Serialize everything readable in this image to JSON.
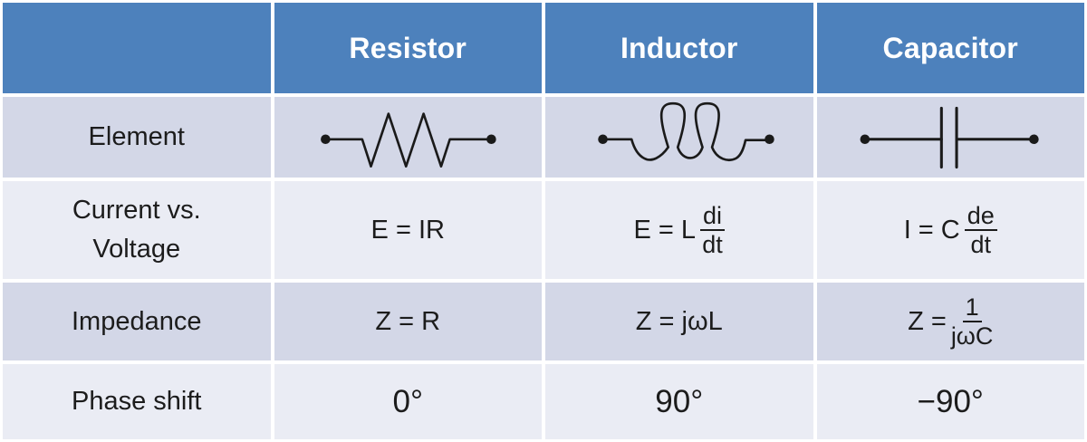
{
  "title_row": {
    "corner_label": "",
    "columns": [
      "Resistor",
      "Inductor",
      "Capacitor"
    ]
  },
  "rows": {
    "element": {
      "label": "Element",
      "symbols": [
        "resistor-symbol",
        "inductor-symbol",
        "capacitor-symbol"
      ]
    },
    "current_voltage": {
      "label_line1": "Current vs.",
      "label_line2": "Voltage",
      "resistor": "E = IR",
      "inductor": {
        "lead": "E = L",
        "num": "di",
        "den": "dt"
      },
      "capacitor": {
        "lead": "I = C",
        "num": "de",
        "den": "dt"
      }
    },
    "impedance": {
      "label": "Impedance",
      "resistor": "Z = R",
      "inductor": "Z = jωL",
      "capacitor": {
        "lead": "Z =",
        "num": "1",
        "den": "jωC"
      }
    },
    "phase_shift": {
      "label": "Phase shift",
      "resistor": "0°",
      "inductor": "90°",
      "capacitor": "−90°"
    }
  },
  "colors": {
    "header_bg": "#4d81bc",
    "header_text": "#ffffff",
    "row_dark_bg": "#d3d7e7",
    "row_light_bg": "#eaecf4",
    "divider": "#ffffff",
    "body_text": "#1c1c1c",
    "symbol_stroke": "#1a1a1a"
  }
}
